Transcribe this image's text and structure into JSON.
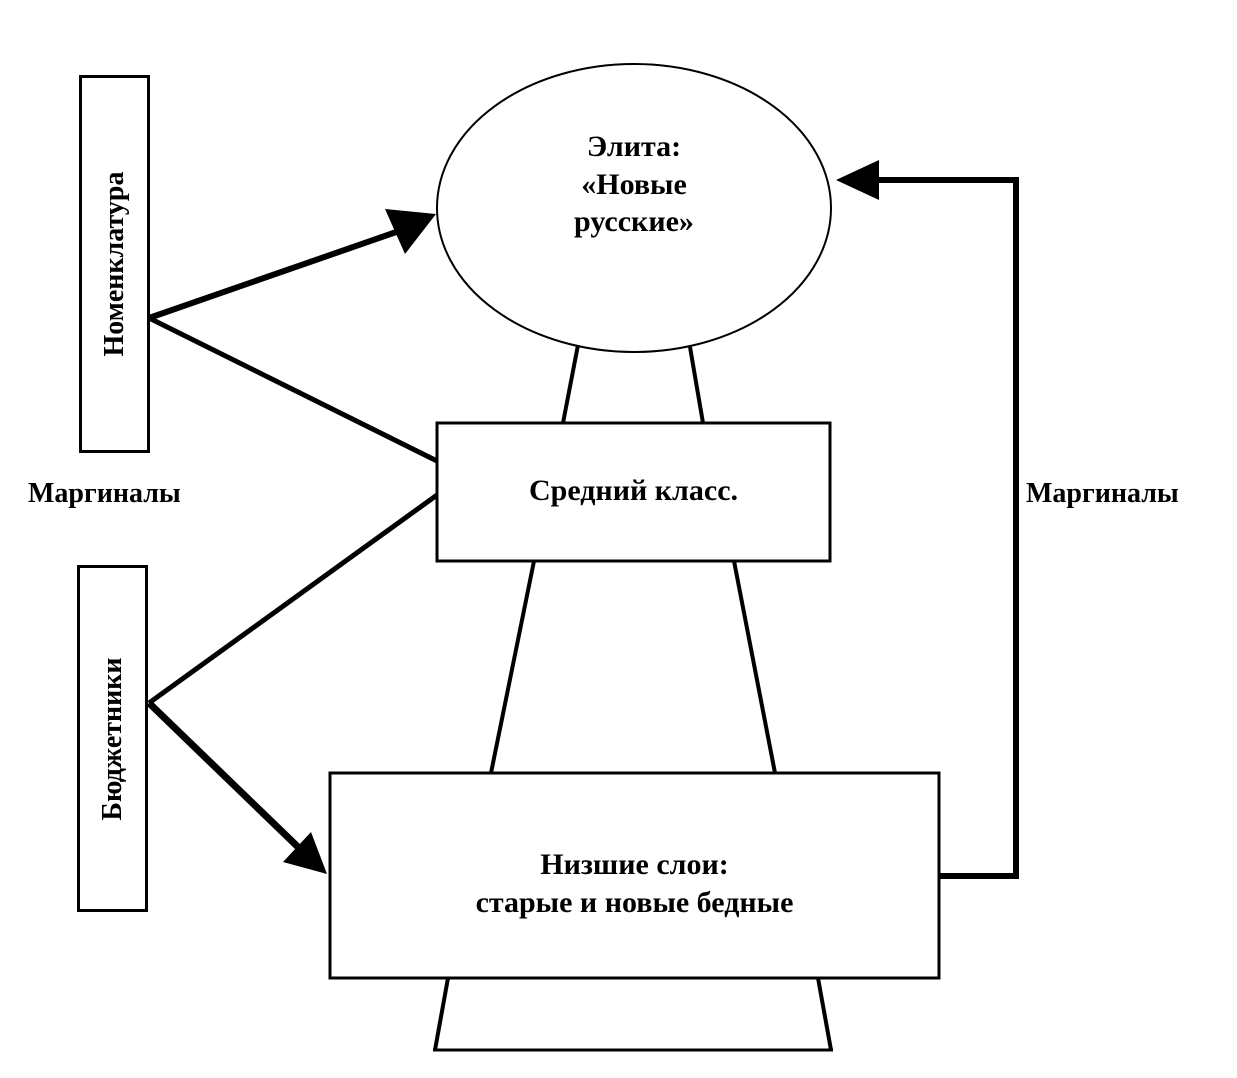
{
  "diagram": {
    "elite": {
      "line1": "Элита:",
      "line2": "«Новые",
      "line3": "русские»"
    },
    "middle_class": {
      "label": "Средний класс."
    },
    "lower_layers": {
      "line1": "Низшие слои:",
      "line2": "старые и новые бедные"
    },
    "nomenclature": {
      "label": "Номенклатура"
    },
    "budget_workers": {
      "label": "Бюджетники"
    },
    "marginals_left": {
      "label": "Маргиналы"
    },
    "marginals_right": {
      "label": "Маргиналы"
    }
  },
  "colors": {
    "ink": "#000000",
    "background": "#ffffff"
  }
}
